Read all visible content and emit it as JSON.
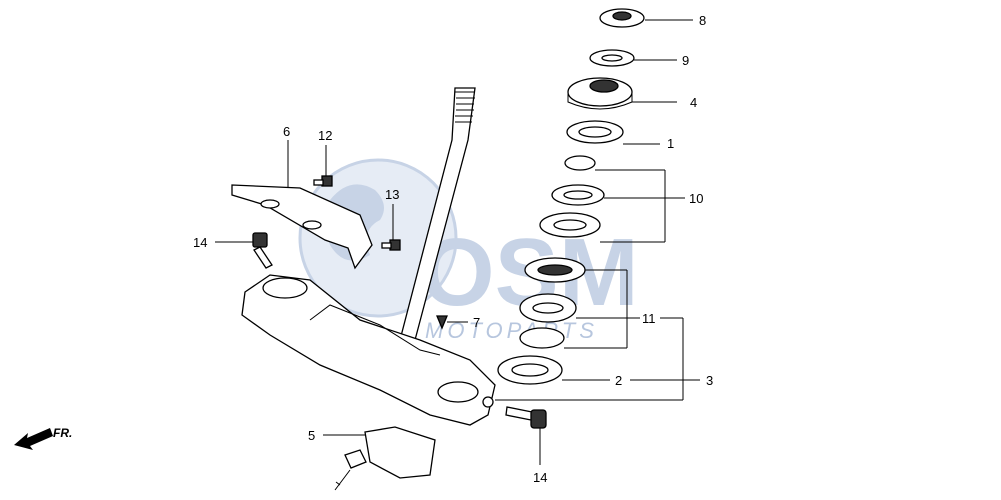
{
  "diagram": {
    "callouts": {
      "c1": "1",
      "c2": "2",
      "c3": "3",
      "c4": "4",
      "c5": "5",
      "c6": "6",
      "c7": "7",
      "c8": "8",
      "c9": "9",
      "c10": "10",
      "c11": "11",
      "c12": "12",
      "c13": "13",
      "c14a": "14",
      "c14b": "14"
    },
    "direction_label": "FR.",
    "watermark": {
      "brand": "OSM",
      "tagline": "MOTOPARTS"
    },
    "colors": {
      "watermark": "#c7d3e6",
      "line": "#000000"
    }
  }
}
